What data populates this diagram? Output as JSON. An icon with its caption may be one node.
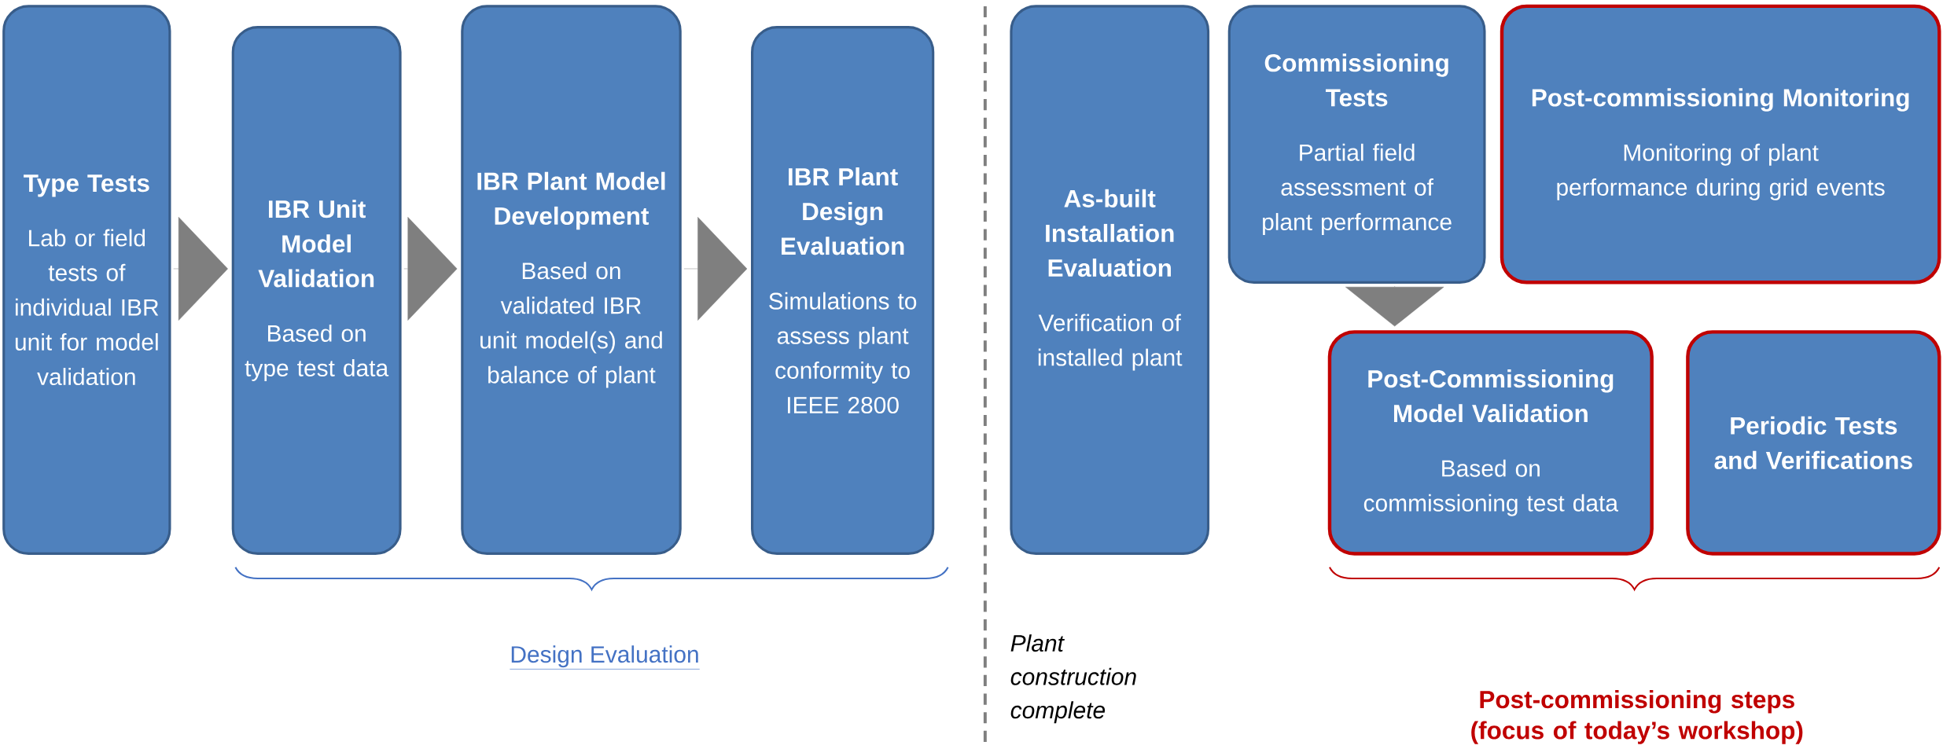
{
  "diagram": {
    "nodes": [
      {
        "text": [
          "Type Tests",
          "Lab or field tests of individual IBR unit for model validation"
        ]
      },
      {
        "text": [
          "IBR Unit Model Validation",
          "Based on type test data"
        ]
      },
      {
        "text": [
          "IBR Plant Model Development",
          "Based on validated IBR unit model(s) and balance of plant"
        ]
      },
      {
        "text": [
          "IBR Plant Design Evaluation",
          "Simulations to assess plant conformity to IEEE 2800"
        ]
      },
      {
        "text": [
          "As-built Installation Evaluation",
          "Verification of installed plant"
        ]
      },
      {
        "text": [
          "Commissioning Tests",
          "Partial field assessment of plant performance"
        ]
      },
      {
        "text": [
          "Post-commissioning Monitoring",
          "Monitoring of plant performance during grid events"
        ]
      },
      {
        "text": [
          "Post-Commissioning Model Validation",
          "Based on commissioning test data"
        ]
      },
      {
        "text": [
          "Periodic Tests and Verifications"
        ]
      }
    ],
    "edges": [
      {
        "from": 0,
        "to": 1,
        "arrow": "to"
      },
      {
        "from": 1,
        "to": 2,
        "arrow": "to"
      },
      {
        "from": 2,
        "to": 3,
        "arrow": "to"
      },
      {
        "from": 5,
        "to": 7,
        "arrow": "to"
      }
    ],
    "labels": [
      "Design Evaluation",
      "Plant construction complete",
      "Post-commissioning steps (focus of today’s workshop)"
    ]
  }
}
